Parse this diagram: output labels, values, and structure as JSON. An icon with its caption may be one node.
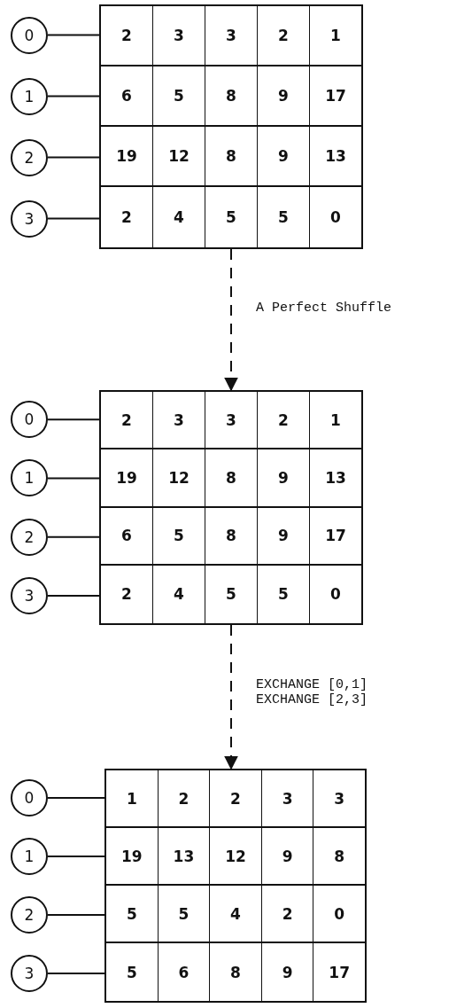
{
  "diagram": {
    "nodes": [
      {
        "text": [],
        "shape": "box"
      },
      {
        "text": [
          "2",
          "3",
          "3",
          "2",
          "1"
        ],
        "in": 0
      },
      {
        "text": [
          "6",
          "5",
          "8",
          "9",
          "17"
        ],
        "in": 0
      },
      {
        "text": [
          "19",
          "12",
          "8",
          "9",
          "13"
        ],
        "in": 0
      },
      {
        "text": [
          "2",
          "4",
          "5",
          "5",
          "0"
        ],
        "in": 0
      },
      {
        "text": [
          "0"
        ]
      },
      {
        "text": [
          "1"
        ]
      },
      {
        "text": [
          "2"
        ]
      },
      {
        "text": [
          "3"
        ]
      },
      {
        "text": [],
        "shape": "box"
      },
      {
        "text": [
          "2",
          "3",
          "3",
          "2",
          "1"
        ],
        "in": 9
      },
      {
        "text": [
          "19",
          "12",
          "8",
          "9",
          "13"
        ],
        "in": 9
      },
      {
        "text": [
          "6",
          "5",
          "8",
          "9",
          "17"
        ],
        "in": 9
      },
      {
        "text": [
          "2",
          "4",
          "5",
          "5",
          "0"
        ],
        "in": 9
      },
      {
        "text": [
          "0"
        ]
      },
      {
        "text": [
          "1"
        ]
      },
      {
        "text": [
          "2"
        ]
      },
      {
        "text": [
          "3"
        ]
      },
      {
        "text": [],
        "shape": "box"
      },
      {
        "text": [
          "1",
          "2",
          "2",
          "3",
          "3"
        ],
        "in": 18
      },
      {
        "text": [
          "19",
          "13",
          "12",
          "9",
          "8"
        ],
        "in": 18
      },
      {
        "text": [
          "5",
          "5",
          "4",
          "2",
          "0"
        ],
        "in": 18
      },
      {
        "text": [
          "5",
          "6",
          "8",
          "9",
          "17"
        ],
        "in": 18
      },
      {
        "text": [
          "0"
        ]
      },
      {
        "text": [
          "1"
        ]
      },
      {
        "text": [
          "2"
        ]
      },
      {
        "text": [
          "3"
        ]
      }
    ],
    "edges": [
      {
        "from": 5,
        "to": 1,
        "arrow": "none"
      },
      {
        "from": 6,
        "to": 2,
        "arrow": "none"
      },
      {
        "from": 7,
        "to": 3,
        "arrow": "none"
      },
      {
        "from": 8,
        "to": 4,
        "arrow": "none"
      },
      {
        "from": 0,
        "to": 9,
        "arrow": "to",
        "label": "A Perfect Shuffle",
        "style": "dashed"
      },
      {
        "from": 14,
        "to": 10,
        "arrow": "none"
      },
      {
        "from": 15,
        "to": 11,
        "arrow": "none"
      },
      {
        "from": 16,
        "to": 12,
        "arrow": "none"
      },
      {
        "from": 17,
        "to": 13,
        "arrow": "none"
      },
      {
        "from": 9,
        "to": 18,
        "arrow": "to",
        "label": "EXCHANGE [0,1] EXCHANGE [2,3]",
        "style": "dashed"
      },
      {
        "from": 23,
        "to": 19,
        "arrow": "none"
      },
      {
        "from": 24,
        "to": 20,
        "arrow": "none"
      },
      {
        "from": 25,
        "to": 21,
        "arrow": "none"
      },
      {
        "from": 26,
        "to": 22,
        "arrow": "none"
      }
    ]
  }
}
